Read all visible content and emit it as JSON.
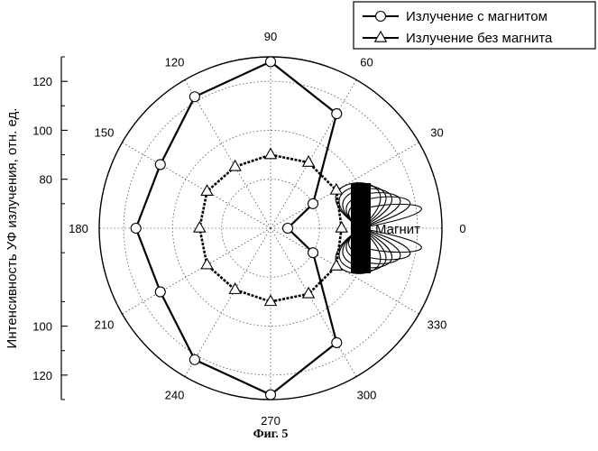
{
  "caption": "Фиг. 5",
  "chart_data": {
    "type": "polar",
    "ylabel": "Интенсивность УФ излучения, отн. ед.",
    "radial_axis": {
      "range": [
        60,
        130
      ],
      "ticks": [
        80,
        100,
        120
      ],
      "left_axis_ticks": [
        "120",
        "100",
        "80",
        "100",
        "120"
      ]
    },
    "angular_ticks": [
      "0",
      "30",
      "60",
      "90",
      "120",
      "150",
      "180",
      "210",
      "240",
      "270",
      "300",
      "330"
    ],
    "grid": true,
    "legend_position": "top-right",
    "series": [
      {
        "name": "Излучение с магнитом",
        "marker": "circle",
        "angles": [
          0,
          30,
          60,
          90,
          120,
          150,
          180,
          210,
          240,
          270,
          300,
          330
        ],
        "values": [
          67,
          80,
          114,
          128,
          122,
          112,
          115,
          112,
          122,
          128,
          114,
          80
        ]
      },
      {
        "name": "Излучение без магнита",
        "marker": "triangle",
        "angles": [
          0,
          30,
          60,
          90,
          120,
          150,
          180,
          210,
          240,
          270,
          300,
          330
        ],
        "values": [
          89,
          91,
          91,
          90,
          89,
          90,
          89,
          90,
          89,
          90,
          91,
          91
        ]
      }
    ],
    "annotations": [
      {
        "text": "Магнит"
      }
    ]
  }
}
